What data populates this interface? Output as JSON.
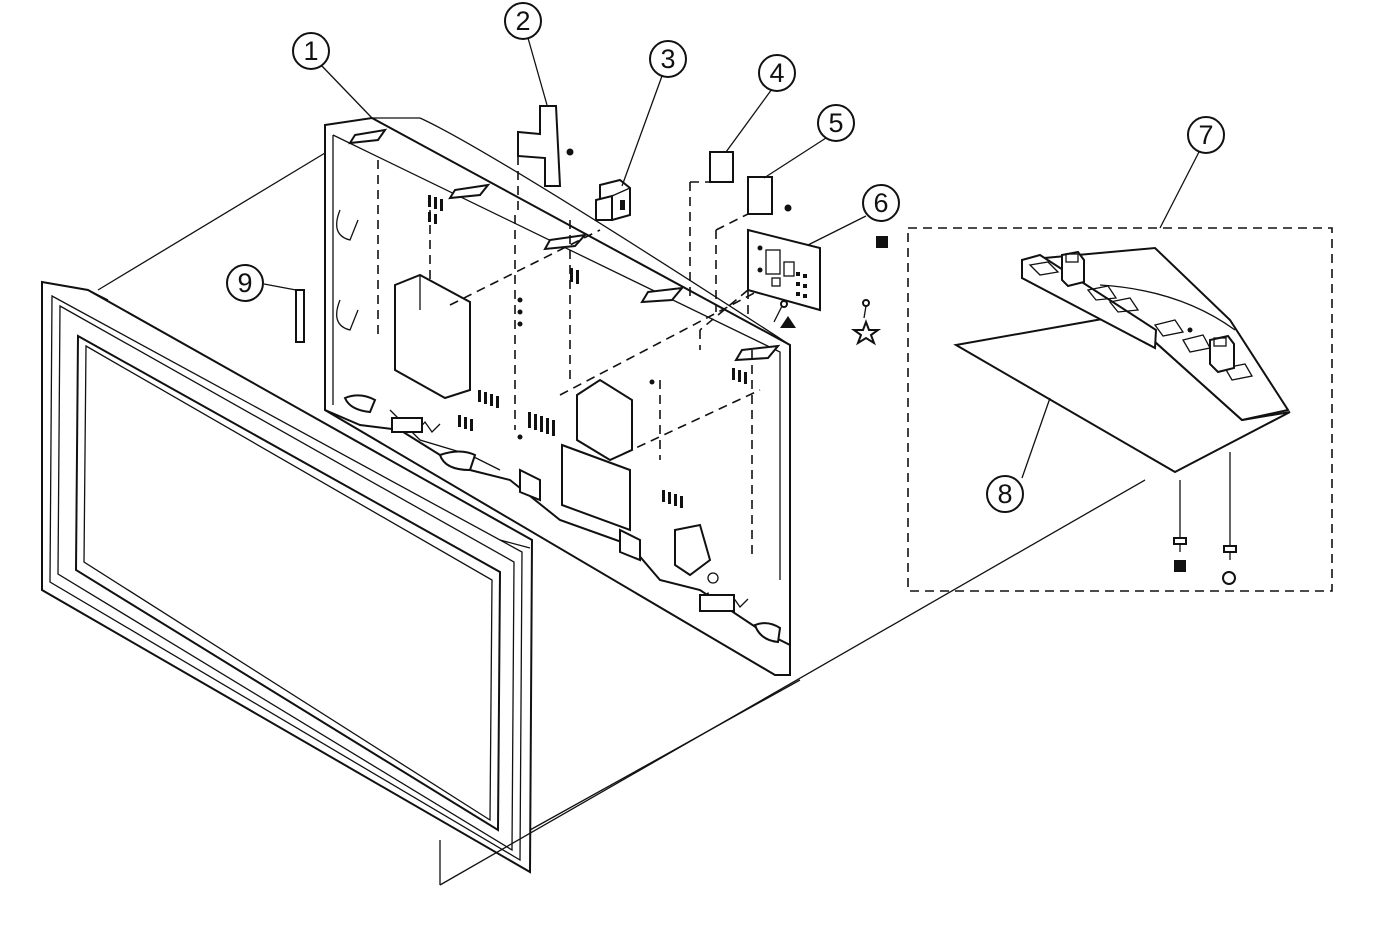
{
  "callouts": [
    {
      "id": "1",
      "label": "1"
    },
    {
      "id": "2",
      "label": "2"
    },
    {
      "id": "3",
      "label": "3"
    },
    {
      "id": "4",
      "label": "4"
    },
    {
      "id": "5",
      "label": "5"
    },
    {
      "id": "6",
      "label": "6"
    },
    {
      "id": "7",
      "label": "7"
    },
    {
      "id": "8",
      "label": "8"
    },
    {
      "id": "9",
      "label": "9"
    }
  ],
  "symbols": {
    "filled_square": "■",
    "filled_triangle": "▲",
    "star": "☆",
    "circle": "○"
  },
  "colors": {
    "line": "#111111",
    "background": "#ffffff"
  }
}
